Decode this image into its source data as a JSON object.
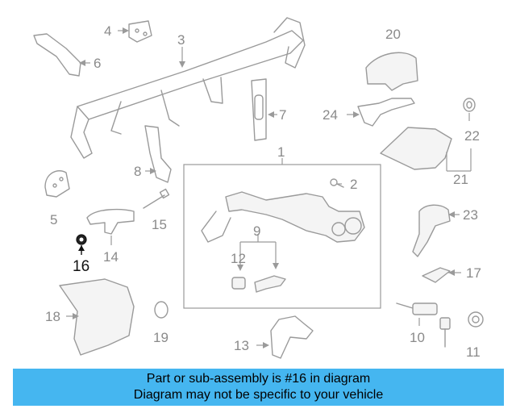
{
  "diagram": {
    "labels": {
      "p1": "1",
      "p2": "2",
      "p3": "3",
      "p4": "4",
      "p5": "5",
      "p6": "6",
      "p7": "7",
      "p8": "8",
      "p9": "9",
      "p10": "10",
      "p11": "11",
      "p12": "12",
      "p13": "13",
      "p14": "14",
      "p15": "15",
      "p16": "16",
      "p17": "17",
      "p18": "18",
      "p19": "19",
      "p20": "20",
      "p21": "21",
      "p22": "22",
      "p23": "23",
      "p24": "24"
    },
    "highlight_color": "#111111",
    "line_color": "#9a9a9a"
  },
  "banner": {
    "line1": "Part or sub-assembly is #16 in diagram",
    "line2": "Diagram may not be specific to your vehicle",
    "background": "#45b6f0"
  }
}
